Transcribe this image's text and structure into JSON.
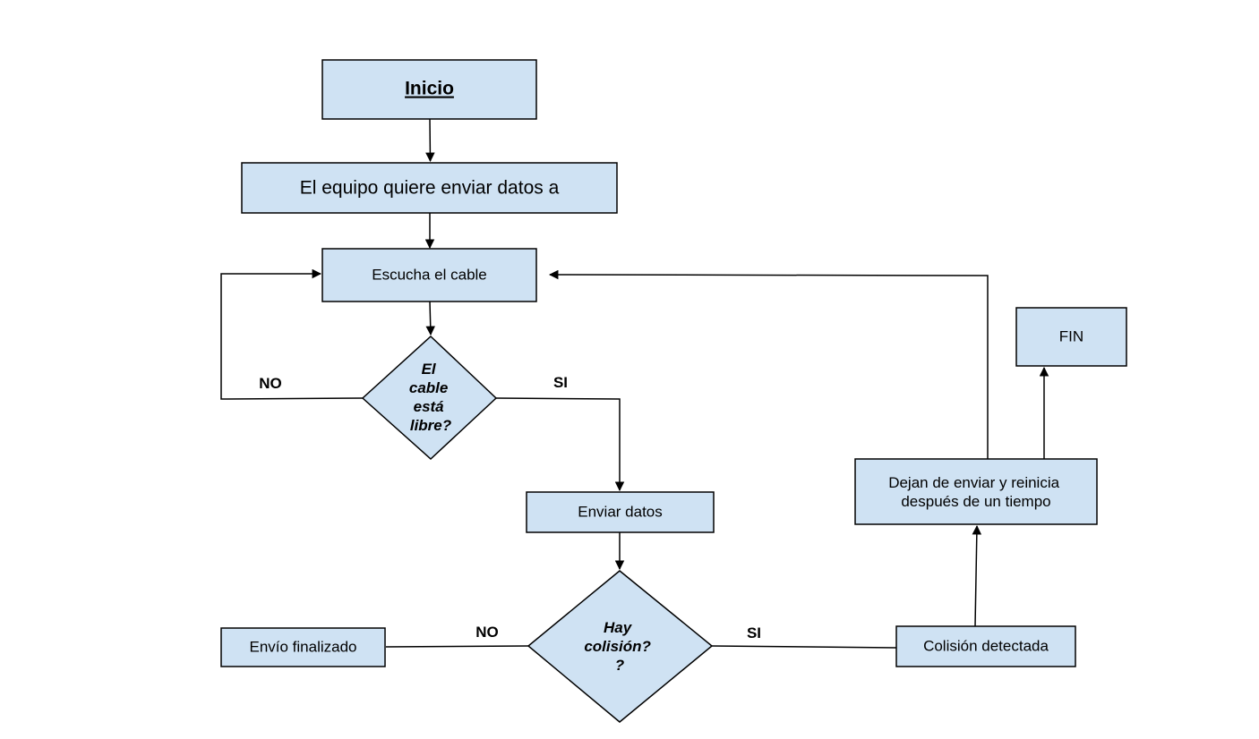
{
  "colors": {
    "node_fill": "#cfe2f3",
    "stroke": "#000000",
    "background": "#ffffff"
  },
  "nodes": {
    "inicio": "Inicio",
    "equipo": "El equipo quiere enviar datos a",
    "escucha": "Escucha el cable",
    "cable_libre": [
      "El",
      "cable",
      "está",
      "libre?"
    ],
    "enviar": "Enviar datos",
    "colision_q": [
      "Hay",
      "colisión?",
      "?"
    ],
    "envio_fin": "Envío finalizado",
    "detectada": "Colisión detectada",
    "dejan": [
      "Dejan de enviar y reinicia",
      "después de un tiempo"
    ],
    "fin": "FIN"
  },
  "edge_labels": {
    "no_1": "NO",
    "si_1": "SI",
    "no_2": "NO",
    "si_2": "SI"
  }
}
